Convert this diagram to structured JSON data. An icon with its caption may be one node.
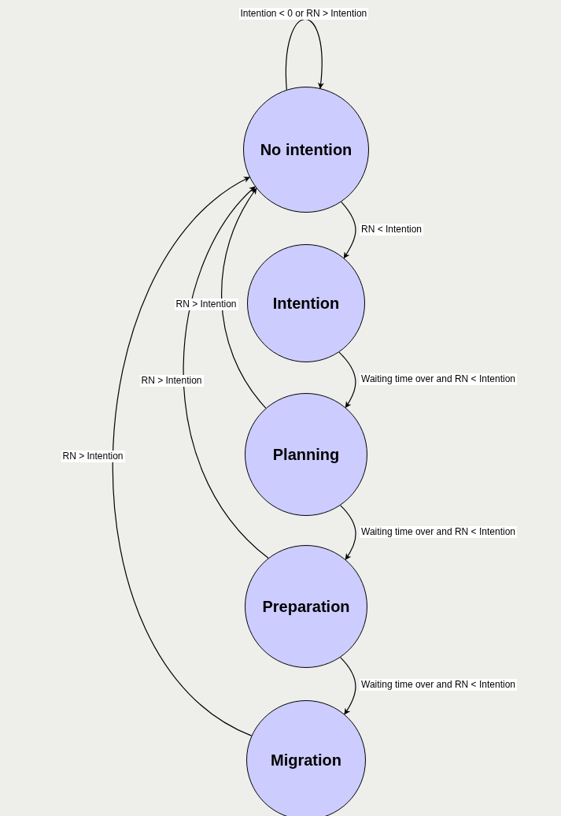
{
  "diagram": {
    "nodes": [
      {
        "text": [
          "No intention"
        ]
      },
      {
        "text": [
          "Intention"
        ]
      },
      {
        "text": [
          "Planning"
        ]
      },
      {
        "text": [
          "Preparation"
        ]
      },
      {
        "text": [
          "Migration"
        ]
      }
    ],
    "edges": [
      {
        "from": 0,
        "to": 0,
        "arrow": "to",
        "label": "Intention < 0 or RN > Intention"
      },
      {
        "from": 0,
        "to": 1,
        "arrow": "to",
        "label": "RN < Intention"
      },
      {
        "from": 1,
        "to": 2,
        "arrow": "to",
        "label": "Waiting time over and RN < Intention"
      },
      {
        "from": 2,
        "to": 3,
        "arrow": "to",
        "label": "Waiting time over and RN < Intention"
      },
      {
        "from": 3,
        "to": 4,
        "arrow": "to",
        "label": "Waiting time over and RN < Intention"
      },
      {
        "from": 2,
        "to": 0,
        "arrow": "to",
        "label": "RN > Intention"
      },
      {
        "from": 3,
        "to": 0,
        "arrow": "to",
        "label": "RN > Intention"
      },
      {
        "from": 4,
        "to": 0,
        "arrow": "to",
        "label": "RN > Intention"
      }
    ]
  }
}
